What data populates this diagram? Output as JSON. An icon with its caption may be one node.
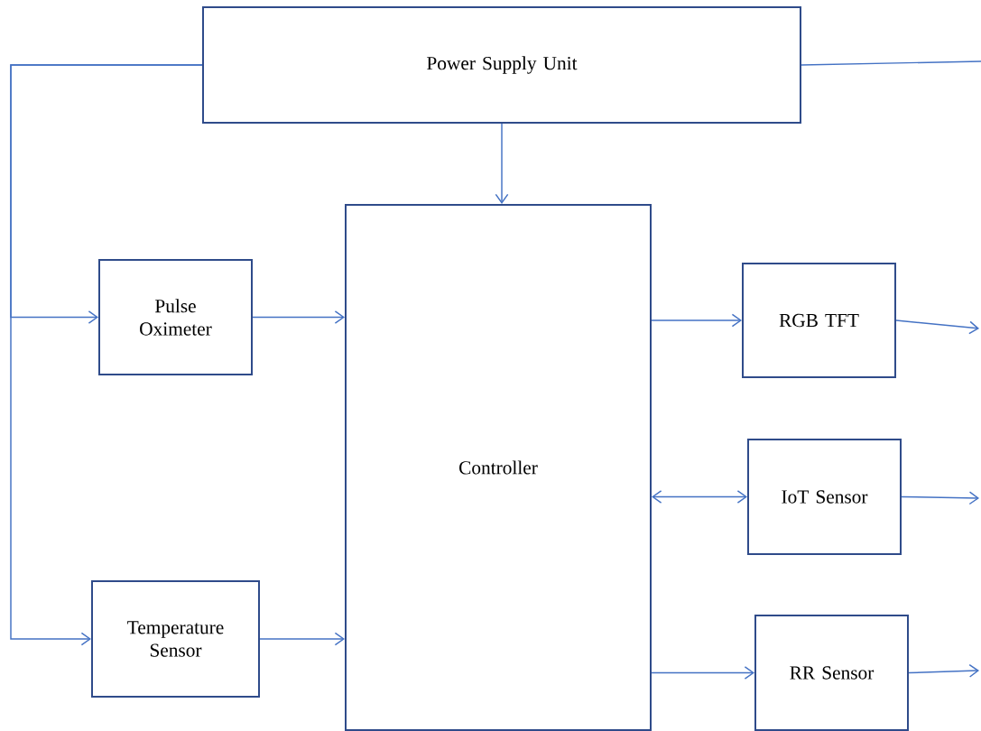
{
  "diagram": {
    "nodes": [
      {
        "text": [
          "Power Supply Unit"
        ]
      },
      {
        "text": [
          "Pulse Oximeter"
        ]
      },
      {
        "text": [
          "Controller"
        ]
      },
      {
        "text": [
          "RGB TFT"
        ]
      },
      {
        "text": [
          "IoT Sensor"
        ]
      },
      {
        "text": [
          "Temperature Sensor"
        ]
      },
      {
        "text": [
          "RR Sensor"
        ]
      }
    ],
    "edges": [
      {
        "from": 0,
        "to": 1,
        "arrow": "to"
      },
      {
        "from": 0,
        "to": 5,
        "arrow": "to"
      },
      {
        "from": 0,
        "to": 2,
        "arrow": "to"
      },
      {
        "from": 0,
        "to": null,
        "arrow": "none"
      },
      {
        "from": 1,
        "to": 2,
        "arrow": "to"
      },
      {
        "from": 5,
        "to": 2,
        "arrow": "to"
      },
      {
        "from": 2,
        "to": 3,
        "arrow": "to"
      },
      {
        "from": 2,
        "to": 4,
        "arrow": "both"
      },
      {
        "from": 2,
        "to": 6,
        "arrow": "to"
      },
      {
        "from": 3,
        "to": null,
        "arrow": "to"
      },
      {
        "from": 4,
        "to": null,
        "arrow": "to"
      },
      {
        "from": 6,
        "to": null,
        "arrow": "to"
      }
    ]
  }
}
